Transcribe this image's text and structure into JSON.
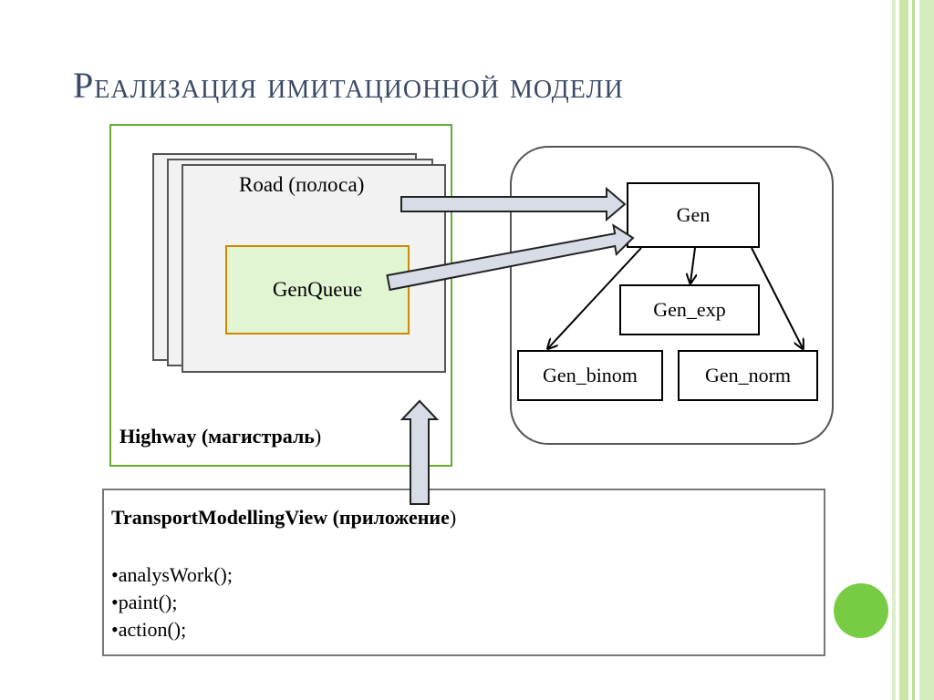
{
  "slide": {
    "title": "Реализация имитационной модели"
  },
  "diagram": {
    "road_label": "Road (полоса)",
    "genqueue_label": "GenQueue",
    "highway_label_bold": "Highway (магистраль",
    "highway_label_paren": ")",
    "gen_label": "Gen",
    "gen_exp_label": "Gen_exp",
    "gen_binom_label": "Gen_binom",
    "gen_norm_label": "Gen_norm",
    "app_title_bold": "TransportModellingView (приложение",
    "app_title_paren": ")",
    "app_methods": [
      "•analysWork();",
      "•paint();",
      "•action();"
    ]
  },
  "colors": {
    "title": "#3a4a66",
    "highway_border": "#66aa33",
    "genqueue_fill": "#e2f5d3",
    "genqueue_border": "#cc8800",
    "arrow_fill": "#d8dce6",
    "accent_circle": "#77cc44",
    "stripe_green": "#c8e6a8"
  }
}
